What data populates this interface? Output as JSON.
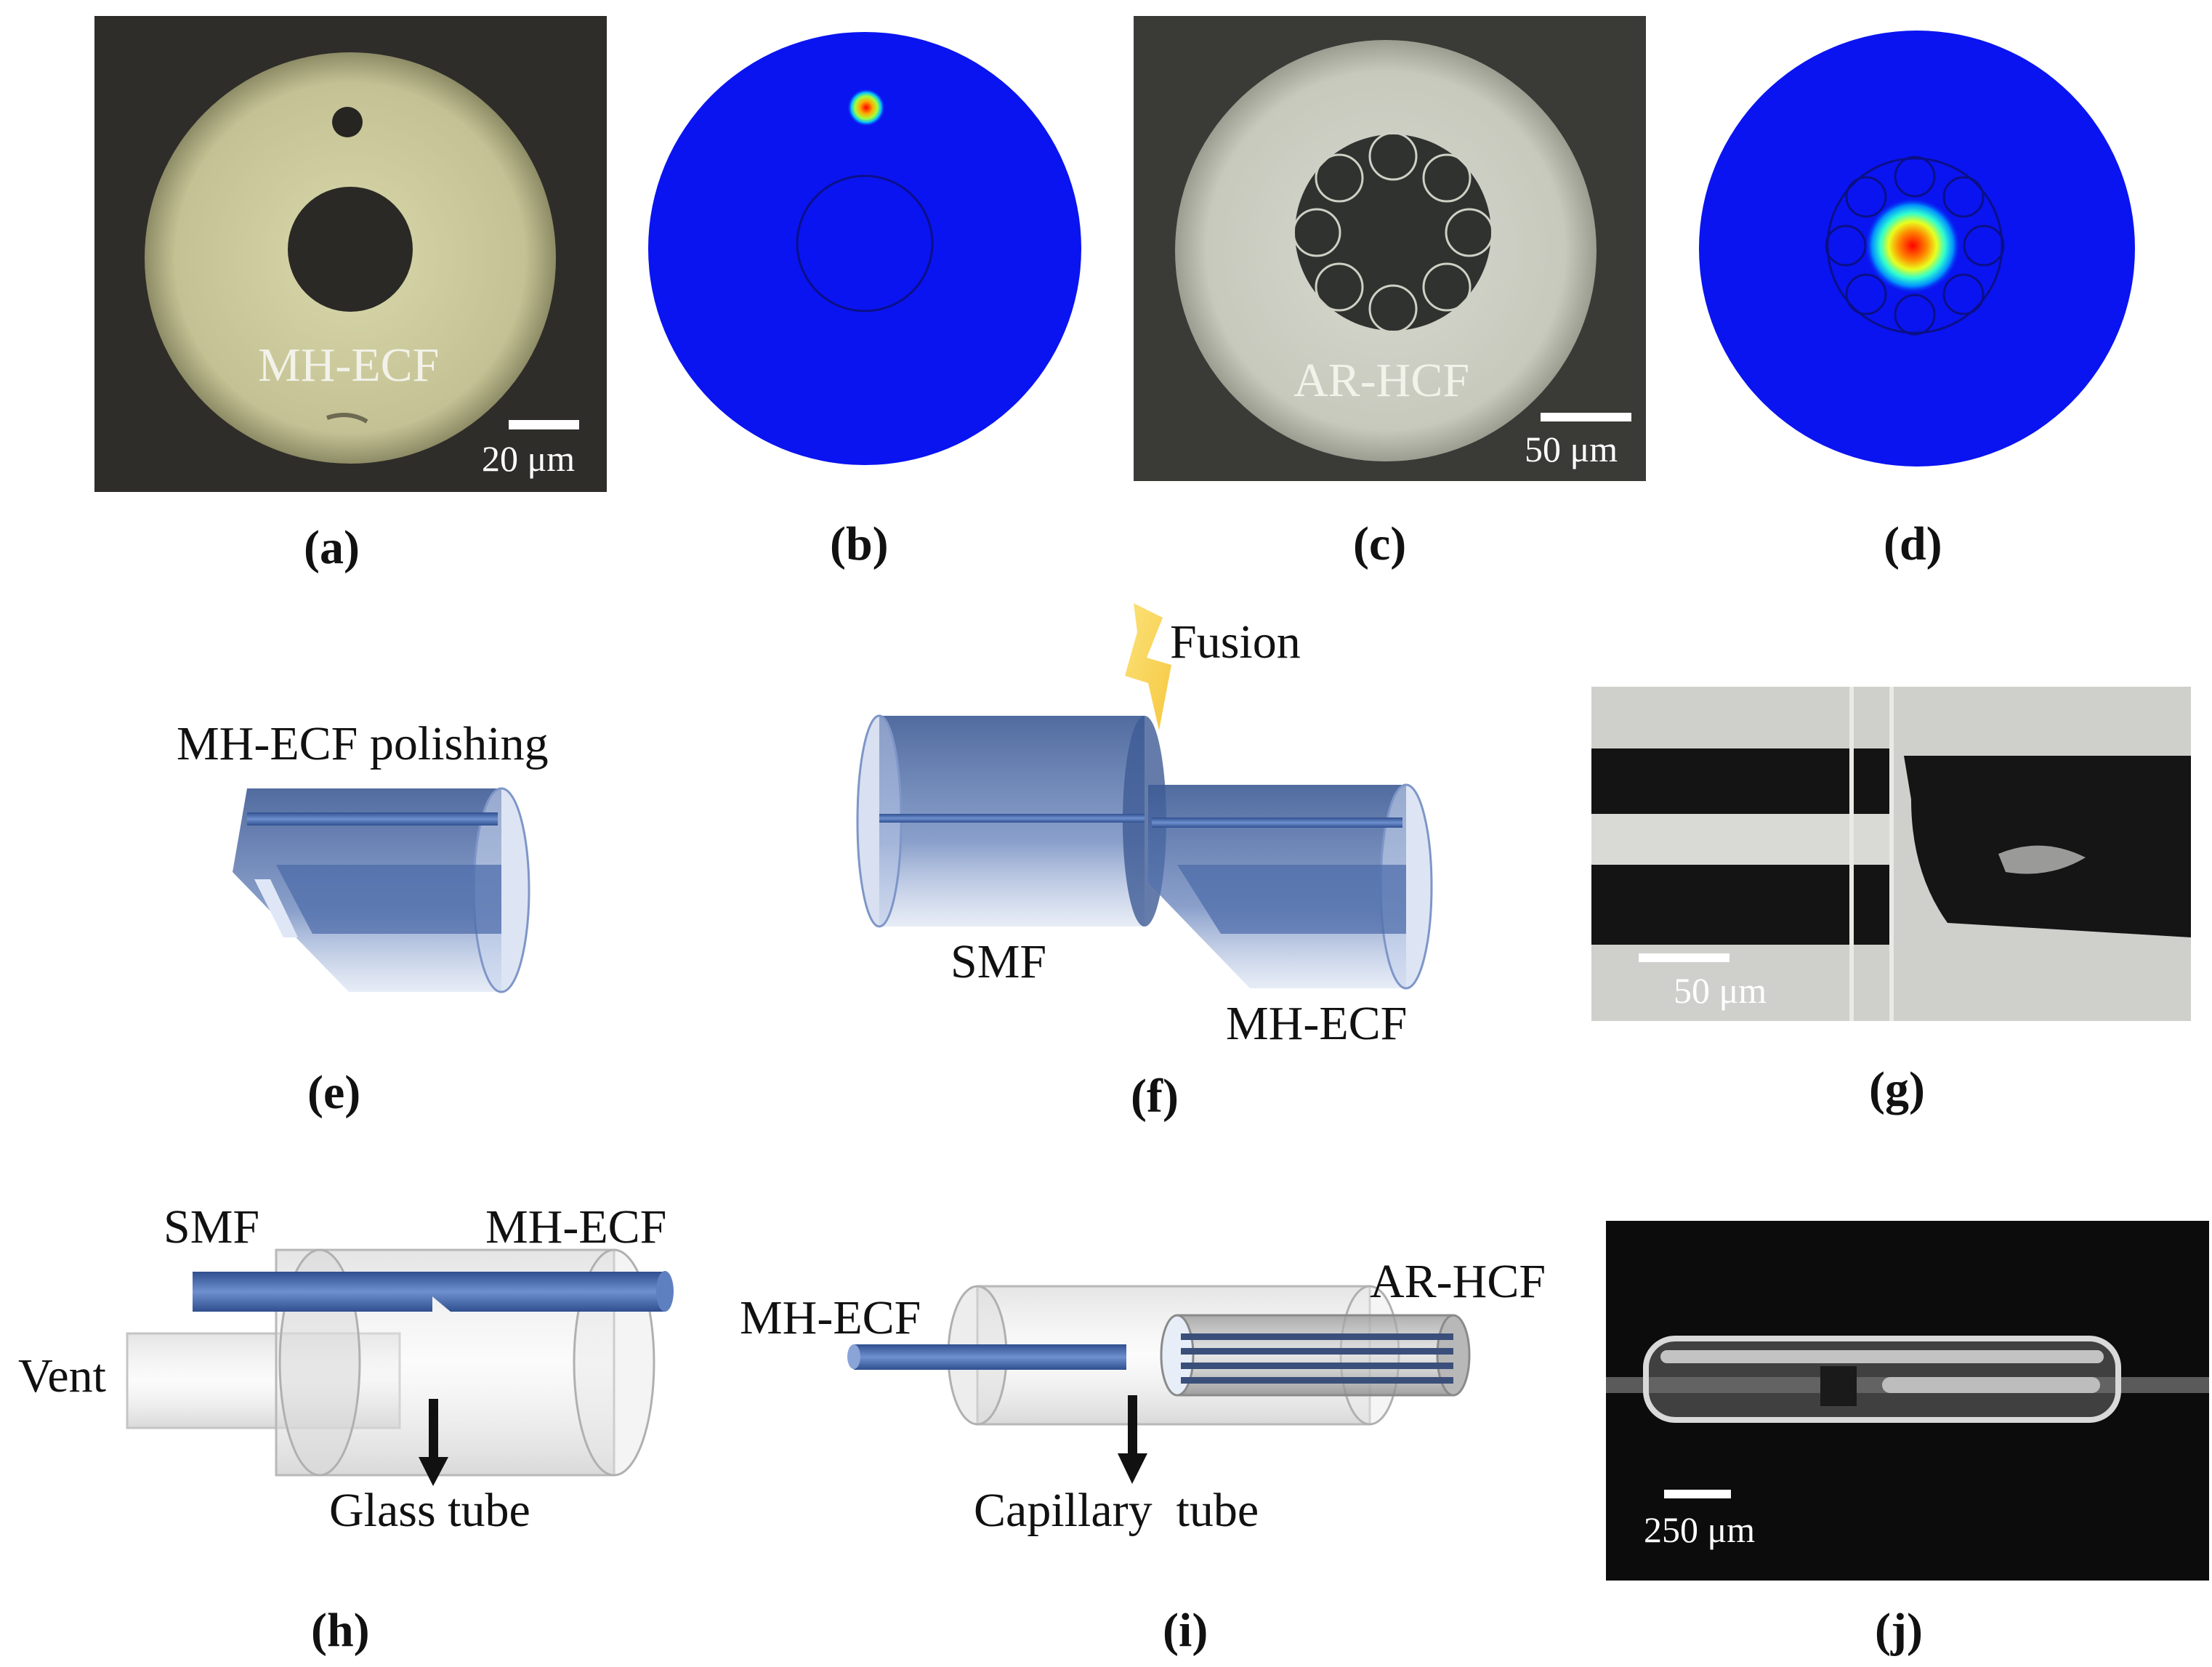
{
  "panels": {
    "a": {
      "tag": "(a)",
      "label": "MH-ECF",
      "scale": "20 μm"
    },
    "b": {
      "tag": "(b)"
    },
    "c": {
      "tag": "(c)",
      "label": "AR-HCF",
      "scale": "50 μm"
    },
    "d": {
      "tag": "(d)"
    },
    "e": {
      "tag": "(e)",
      "label": "MH-ECF polishing"
    },
    "f": {
      "tag": "(f)",
      "fusion": "Fusion",
      "smf": "SMF",
      "mhecf": "MH-ECF"
    },
    "g": {
      "tag": "(g)",
      "scale": "50 μm"
    },
    "h": {
      "tag": "(h)",
      "smf": "SMF",
      "mhecf": "MH-ECF",
      "vent": "Vent",
      "tube": "Glass tube"
    },
    "i": {
      "tag": "(i)",
      "mhecf": "MH-ECF",
      "arhcf": "AR-HCF",
      "tube": "Capillary  tube"
    },
    "j": {
      "tag": "(j)",
      "scale": "250 μm"
    }
  },
  "colors": {
    "fiber_blue": "#3f5f9a",
    "mode_background": "#0a14f0",
    "micro_cladding": "#c7c89e",
    "micro_dark": "#2c2b28"
  }
}
